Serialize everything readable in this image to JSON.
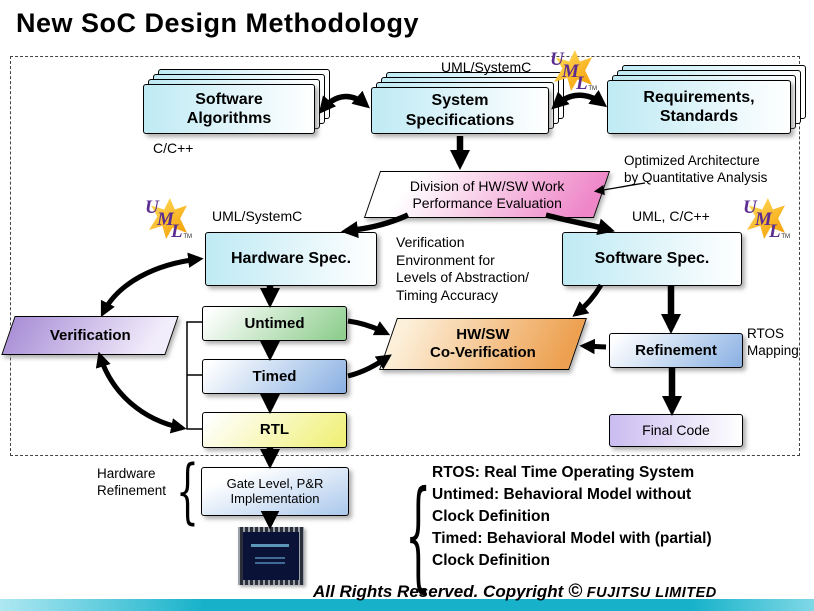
{
  "title": "New SoC Design Methodology",
  "nodes": {
    "software_algorithms": "Software\nAlgorithms",
    "system_specifications": "System\nSpecifications",
    "requirements_standards": "Requirements,\nStandards",
    "division": "Division of HW/SW Work\nPerformance Evaluation",
    "hardware_spec": "Hardware Spec.",
    "software_spec": "Software Spec.",
    "untimed": "Untimed",
    "timed": "Timed",
    "rtl": "RTL",
    "verification": "Verification",
    "co_verification": "HW/SW\nCo-Verification",
    "refinement": "Refinement",
    "final_code": "Final Code",
    "gate_level": "Gate Level, P&R\nImplementation"
  },
  "annotations": {
    "uml_systemc_top": "UML/SystemC",
    "c_cpp": "C/C++",
    "uml_systemc_left": "UML/SystemC",
    "uml_ccpp_right": "UML, C/C++",
    "optimized": "Optimized Architecture\nby Quantitative Analysis",
    "verification_env": "Verification\nEnvironment for\nLevels of Abstraction/\nTiming Accuracy",
    "rtos_mapping": "RTOS\nMapping",
    "hardware_refinement": "Hardware\nRefinement"
  },
  "legend": {
    "items": [
      "RTOS: Real Time Operating System",
      "Untimed: Behavioral Model without\nClock Definition",
      "Timed: Behavioral Model with (partial)\nClock Definition"
    ]
  },
  "footer": {
    "text": "All Rights Reserved. Copyright",
    "symbol": "©",
    "company": "FUJITSU LIMITED"
  },
  "logos": {
    "letters": [
      "U",
      "M",
      "L"
    ],
    "tm": "TM"
  },
  "palette": {
    "box_cyan": "#bfeaf4",
    "division_pink": "#ee86c8",
    "untimed_green": "#8fce8f",
    "timed_blue": "#8fb4e4",
    "rtl_yellow": "#f0f078",
    "verification_purple": "#a98fd6",
    "coverification_orange": "#eda050",
    "final_code_lavender": "#cabcf0",
    "gate_level_blue": "#aac8ec",
    "bottom_bar_teal": "#17b2ca",
    "uml_purple": "#5b2d90",
    "uml_yellow": "#f59a00"
  }
}
